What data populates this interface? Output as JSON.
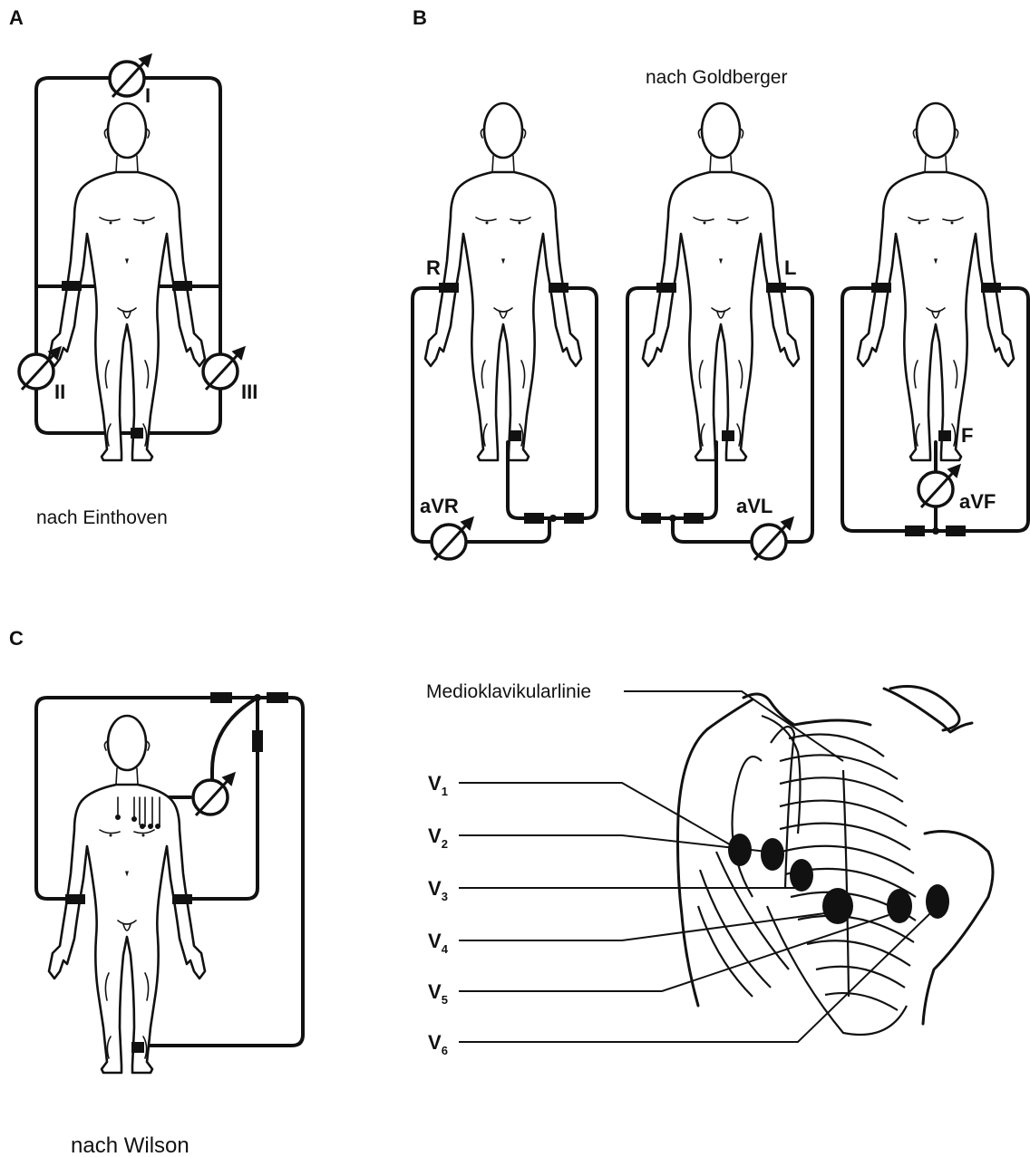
{
  "panels": {
    "a": {
      "letter": "A",
      "caption": "nach Einthoven",
      "leads": [
        "I",
        "II",
        "III"
      ]
    },
    "b": {
      "letter": "B",
      "caption": "nach Goldberger",
      "electrodes": [
        "R",
        "L",
        "F"
      ],
      "leads": [
        "aVR",
        "aVL",
        "aVF"
      ]
    },
    "c": {
      "letter": "C",
      "caption": "nach Wilson",
      "line_label": "Medioklavikularlinie",
      "chest_leads": [
        {
          "main": "V",
          "sub": "1"
        },
        {
          "main": "V",
          "sub": "2"
        },
        {
          "main": "V",
          "sub": "3"
        },
        {
          "main": "V",
          "sub": "4"
        },
        {
          "main": "V",
          "sub": "5"
        },
        {
          "main": "V",
          "sub": "6"
        }
      ]
    }
  },
  "colors": {
    "ink": "#111111",
    "background": "#ffffff"
  }
}
